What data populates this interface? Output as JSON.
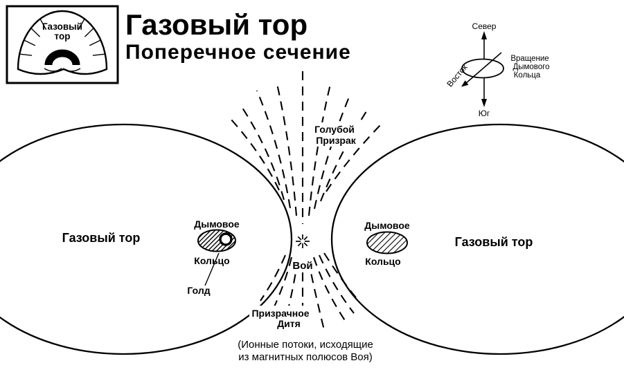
{
  "colors": {
    "ink": "#000000",
    "paper": "#ffffff"
  },
  "inset": {
    "label_line1": "Газовый",
    "label_line2": "тор"
  },
  "title": {
    "main": "Газовый тор",
    "subtitle": "Поперечное сечение"
  },
  "compass": {
    "north": "Север",
    "south": "Юг",
    "east": "Восток",
    "rotation_line1": "Вращение",
    "rotation_line2": "Дымового",
    "rotation_line3": "Кольца"
  },
  "diagram": {
    "left_torus_label": "Газовый тор",
    "right_torus_label": "Газовый тор",
    "smoke_ring_word1": "Дымовое",
    "smoke_ring_word2": "Кольцо",
    "gold_label": "Голд",
    "voy_label": "Вой",
    "blue_ghost_line1": "Голубой",
    "blue_ghost_line2": "Призрак",
    "ghost_child_line1": "Призрачное",
    "ghost_child_line2": "Дитя",
    "footnote_line1": "(Ионные потоки, исходящие",
    "footnote_line2": "из магнитных полюсов Воя)"
  }
}
